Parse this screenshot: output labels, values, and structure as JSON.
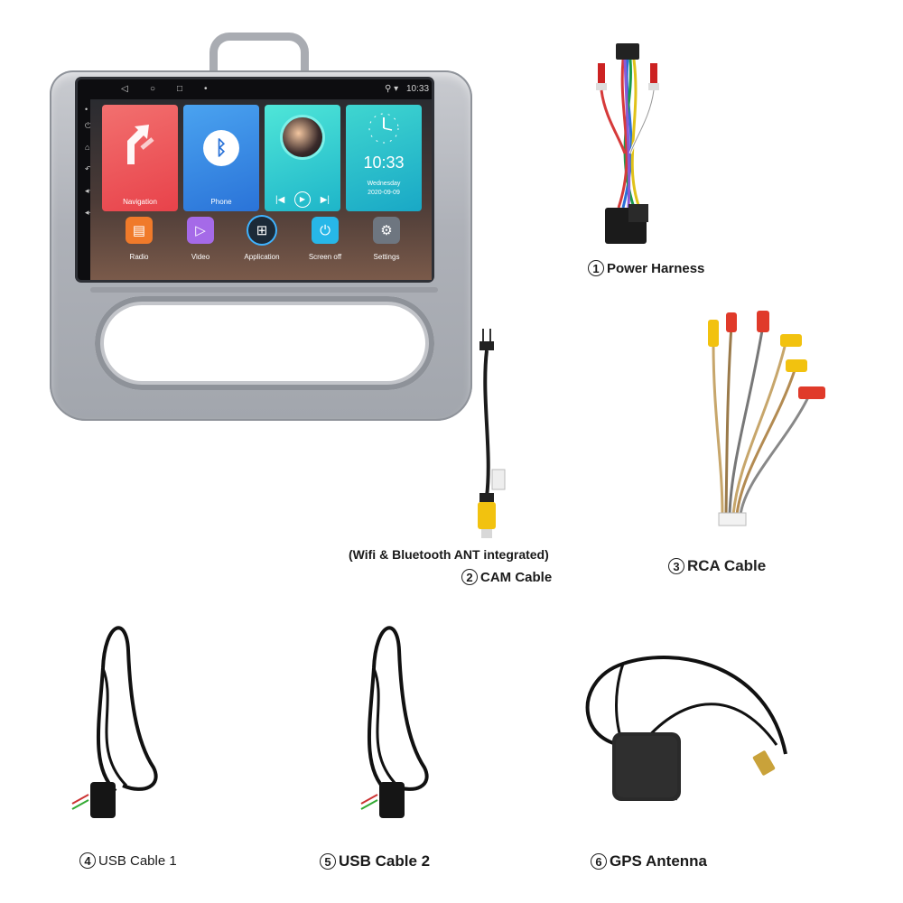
{
  "head_unit": {
    "status_time": "10:33",
    "tiles": [
      {
        "label": "Navigation",
        "icon": "navigation-arrow-icon"
      },
      {
        "label": "Phone",
        "icon": "bluetooth-icon"
      },
      {
        "label": "",
        "icon": "music-player-icon"
      },
      {
        "label": "Wednesday",
        "date": "2020-09-09",
        "time": "10:33",
        "icon": "analog-clock-icon"
      }
    ],
    "apps": [
      {
        "label": "Radio",
        "icon": "radio-icon",
        "color": "#f07a2a"
      },
      {
        "label": "Video",
        "icon": "video-icon",
        "color": "#a56ae8"
      },
      {
        "label": "Application",
        "icon": "apps-grid-icon",
        "color": "#2b3a4a"
      },
      {
        "label": "Screen off",
        "icon": "power-icon",
        "color": "#27b7e8"
      },
      {
        "label": "Settings",
        "icon": "settings-gear-icon",
        "color": "#6e7680"
      }
    ]
  },
  "parts": [
    {
      "number": "1",
      "label": "Power Harness"
    },
    {
      "number": "2",
      "label": "CAM Cable",
      "note": "(Wifi & Bluetooth ANT integrated)"
    },
    {
      "number": "3",
      "label": "RCA Cable"
    },
    {
      "number": "4",
      "label": "USB Cable 1"
    },
    {
      "number": "5",
      "label": "USB Cable 2"
    },
    {
      "number": "6",
      "label": "GPS Antenna"
    }
  ]
}
